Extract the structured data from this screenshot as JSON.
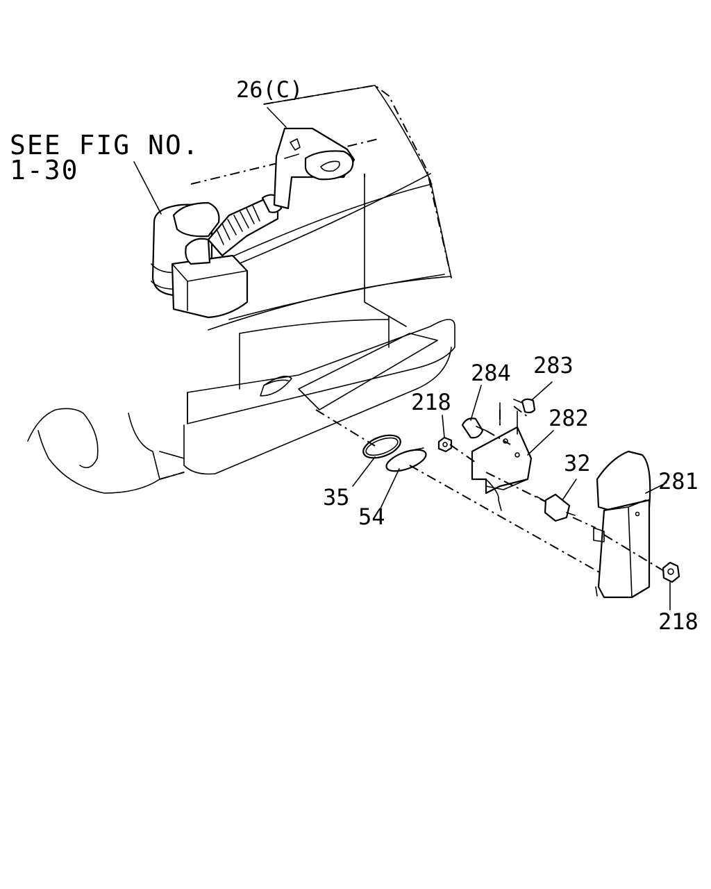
{
  "reference": {
    "line1": "SEE FIG NO.",
    "line2": "1-30"
  },
  "callouts": {
    "c26": "26(C)",
    "c284": "284",
    "c283": "283",
    "c218a": "218",
    "c282": "282",
    "c32": "32",
    "c281": "281",
    "c35": "35",
    "c54": "54",
    "c218b": "218"
  }
}
